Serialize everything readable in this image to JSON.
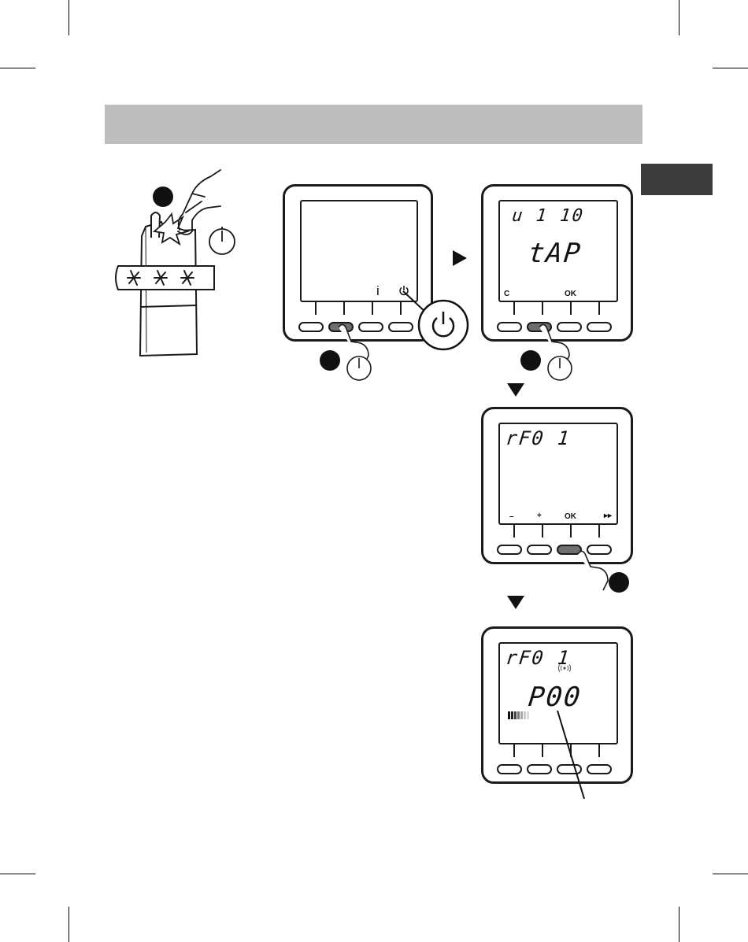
{
  "screens": {
    "s1": {
      "info_glyph": "i"
    },
    "s2": {
      "top_code": "u 1 10",
      "main_code": "tAP",
      "soft_left": "C",
      "soft_ok": "OK"
    },
    "s3": {
      "top_code": "rF0 1",
      "soft_minus": "–",
      "soft_plus": "+",
      "soft_ok": "OK",
      "soft_ff": "▸▸"
    },
    "s4": {
      "top_code": "rF0 1",
      "main_code": "P00"
    }
  },
  "icons": [
    "power-icon",
    "hand-press-icon",
    "stopwatch-icon",
    "flash-icon",
    "led-star-icon",
    "signal-icon",
    "signal-bar-icon",
    "arrow-right-icon",
    "arrow-down-icon"
  ],
  "colors": {
    "banner": "#bdbdbd",
    "side_tab": "#3b3b3b",
    "pressed_button": "#6e6e6e"
  }
}
